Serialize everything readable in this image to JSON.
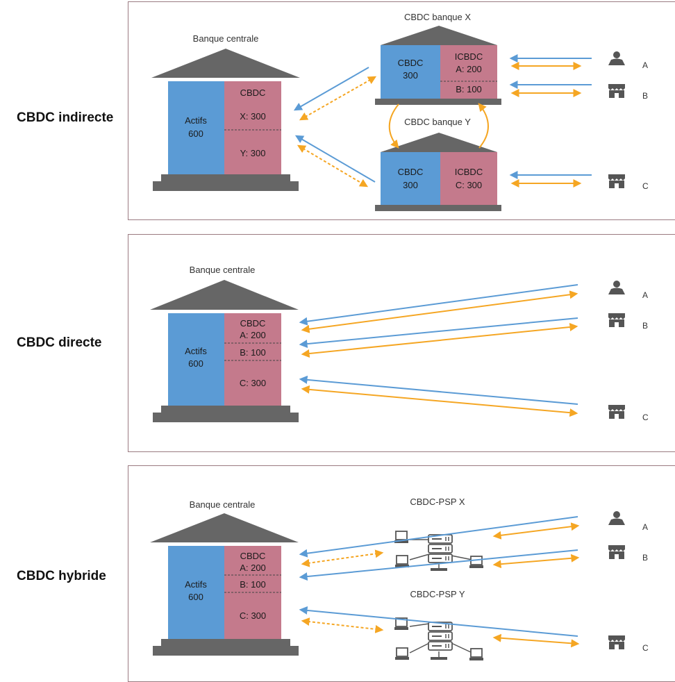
{
  "rows": [
    {
      "label": "CBDC indirecte"
    },
    {
      "label": "CBDC directe"
    },
    {
      "label": "CBDC hybride"
    }
  ],
  "colors": {
    "assets": "#5b9bd5",
    "cbdc": "#c47a8c",
    "roof": "#666666",
    "blue_arrow": "#5b9bd5",
    "orange_arrow": "#f5a623",
    "frame": "#9a7a80"
  },
  "indirect": {
    "central_title": "Banque centrale",
    "assets": [
      "Actifs",
      "600"
    ],
    "cbdc_header": "CBDC",
    "cbdc_x": "X: 300",
    "cbdc_y": "Y: 300",
    "bank_x_title": "CBDC banque X",
    "bank_y_title": "CBDC banque Y",
    "bank_x_cbdc": [
      "CBDC",
      "300"
    ],
    "bank_x_icbdc": [
      "ICBDC",
      "A: 200"
    ],
    "bank_x_b": "B: 100",
    "bank_y_cbdc": [
      "CBDC",
      "300"
    ],
    "bank_y_icbdc": [
      "ICBDC",
      "C: 300"
    ],
    "users": [
      "A",
      "B",
      "C"
    ]
  },
  "direct": {
    "central_title": "Banque centrale",
    "assets": [
      "Actifs",
      "600"
    ],
    "cbdc_header": "CBDC",
    "a": "A: 200",
    "b": "B: 100",
    "c": "C: 300",
    "users": [
      "A",
      "B",
      "C"
    ]
  },
  "hybrid": {
    "central_title": "Banque centrale",
    "assets": [
      "Actifs",
      "600"
    ],
    "cbdc_header": "CBDC",
    "a": "A: 200",
    "b": "B: 100",
    "c": "C: 300",
    "psp_x": "CBDC-PSP X",
    "psp_y": "CBDC-PSP Y",
    "users": [
      "A",
      "B",
      "C"
    ]
  }
}
